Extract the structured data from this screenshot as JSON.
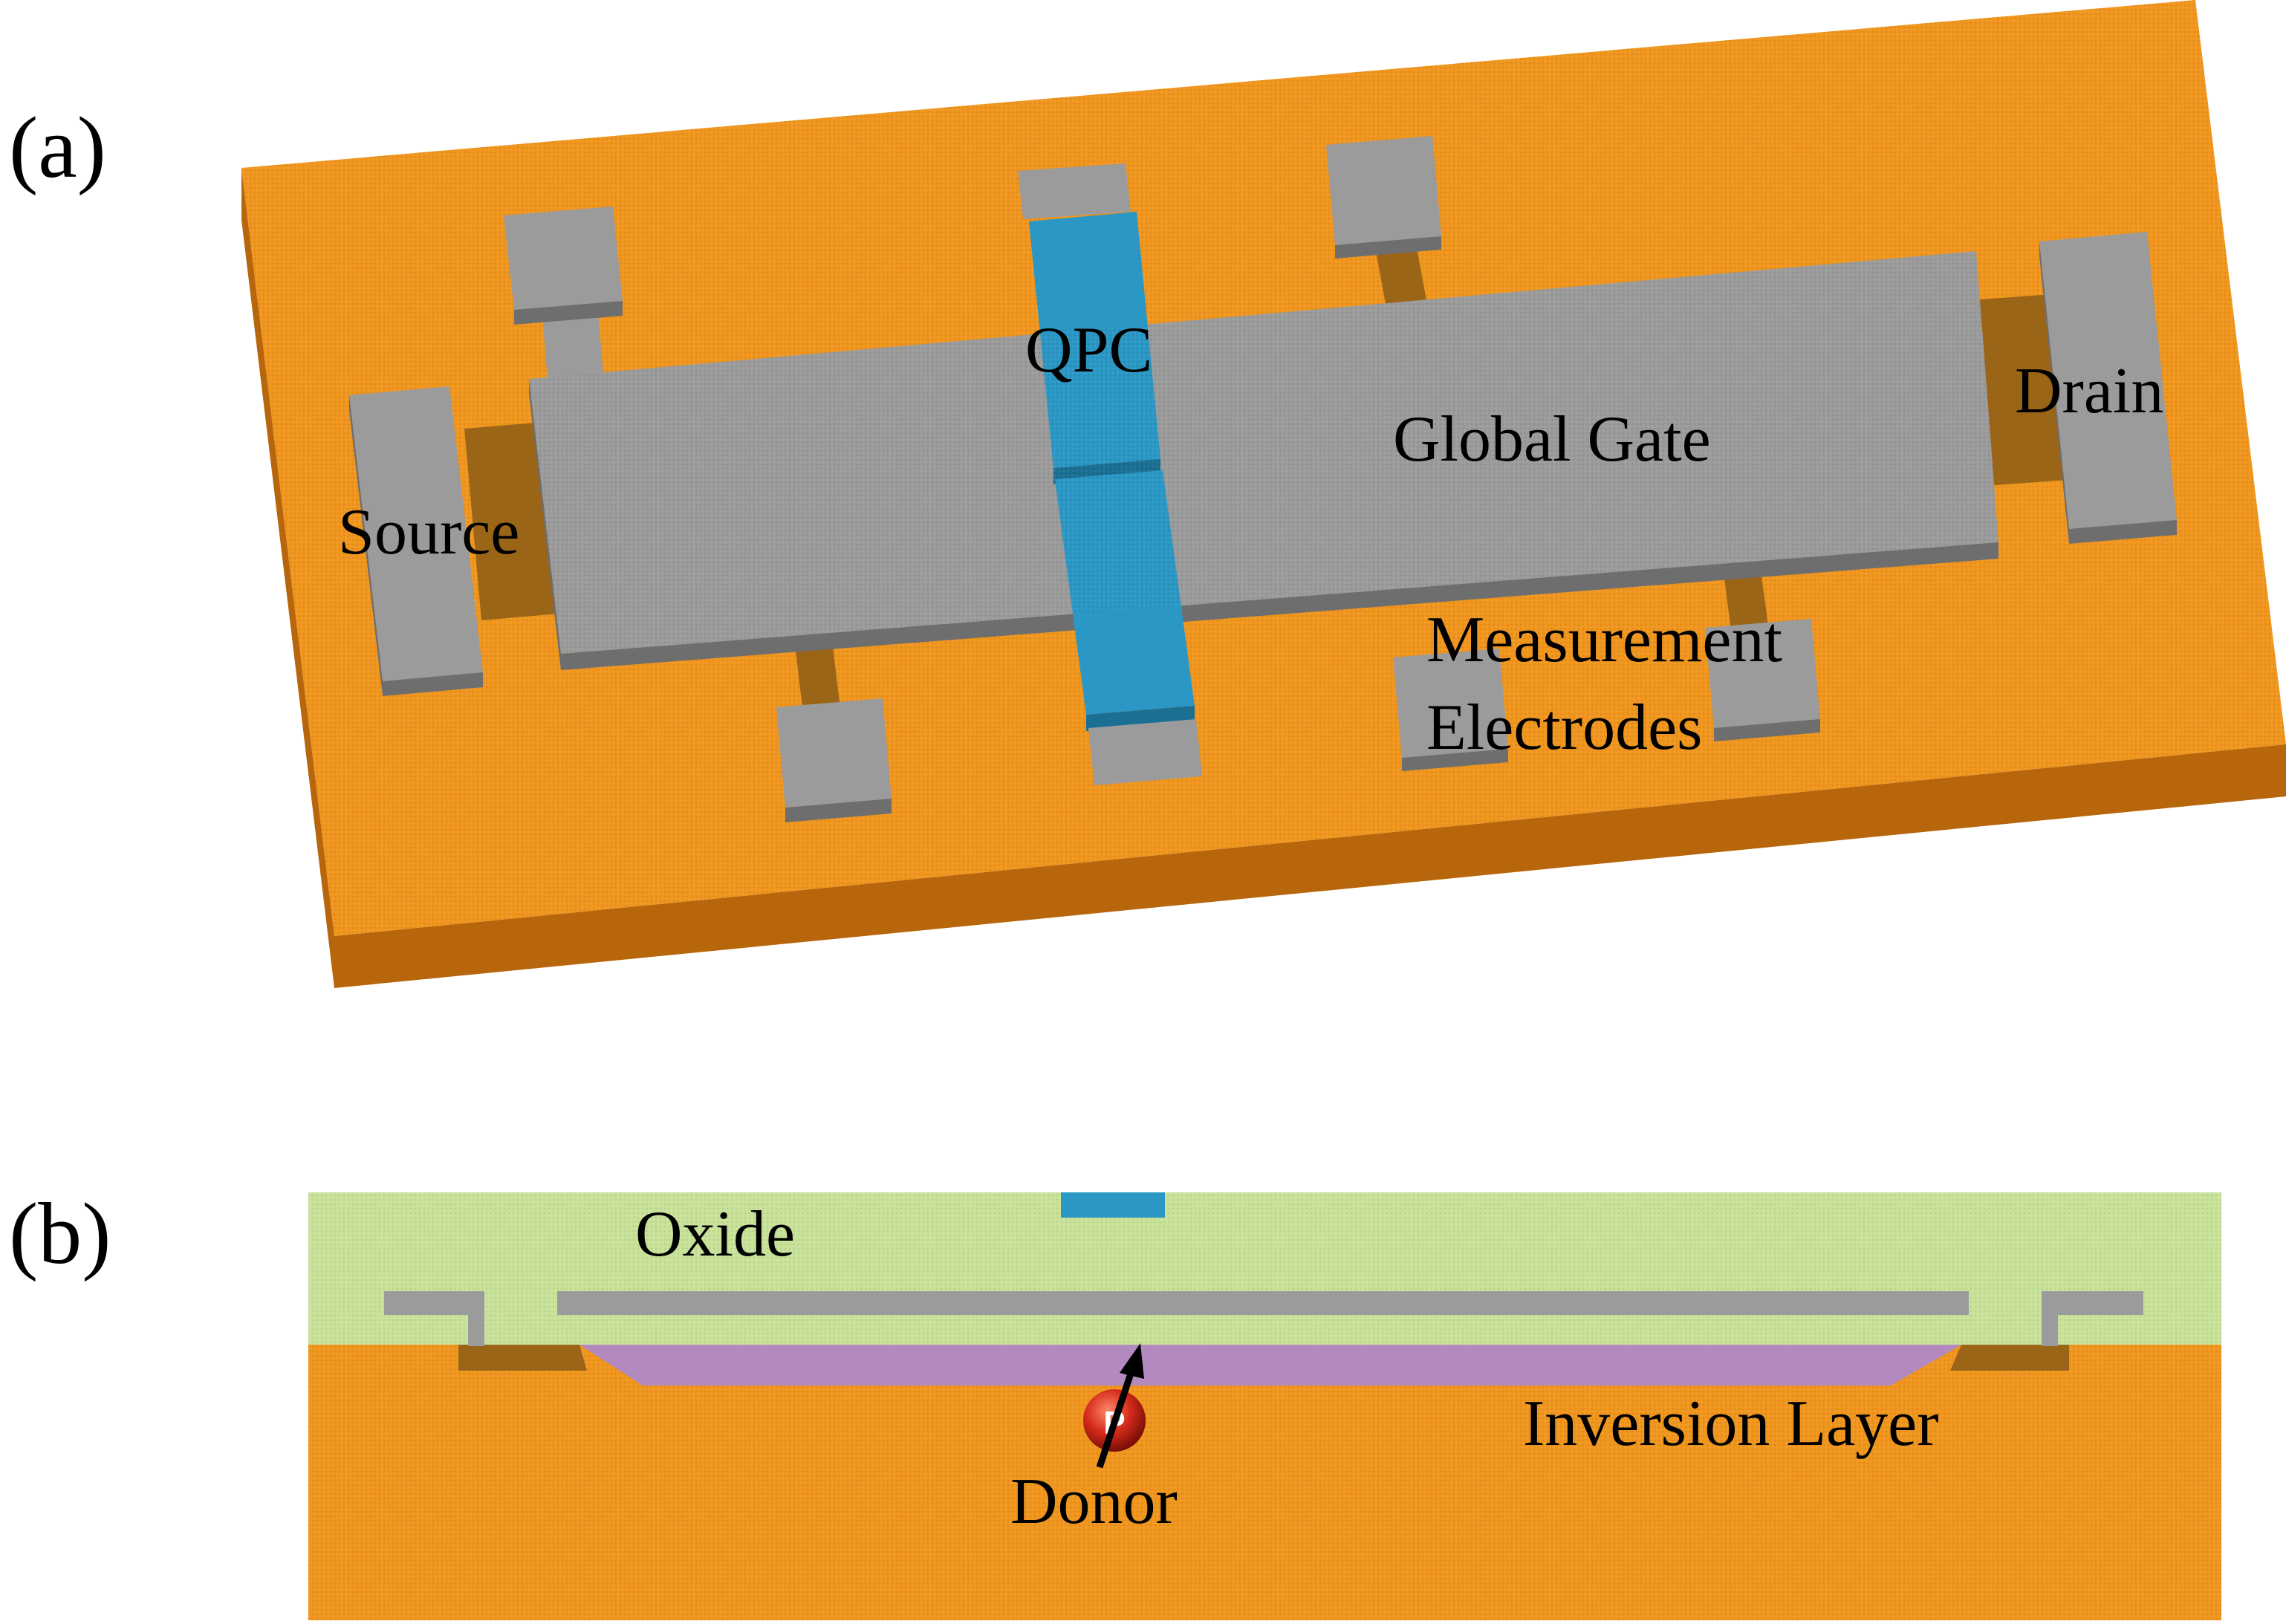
{
  "panel_a": {
    "label": "(a)",
    "labels": {
      "source": "Source",
      "drain": "Drain",
      "qpc": "QPC",
      "global_gate": "Global Gate",
      "measurement_line1": "Measurement",
      "measurement_line2": "Electrodes"
    }
  },
  "panel_b": {
    "label": "(b)",
    "labels": {
      "oxide": "Oxide",
      "inversion_layer": "Inversion Layer",
      "donor": "Donor",
      "donor_symbol": "P"
    }
  },
  "colors": {
    "substrate": "#f0961e",
    "substrate_side": "#b8660c",
    "gate_gray": "#9b9b9b",
    "gate_gray_side": "#6e6e6e",
    "qpc_blue": "#2a97c4",
    "oxide_green": "#c8e29a",
    "inversion_purple": "#b38ac0",
    "contact_brown": "#9b6518",
    "donor_red": "#d42a1a"
  }
}
